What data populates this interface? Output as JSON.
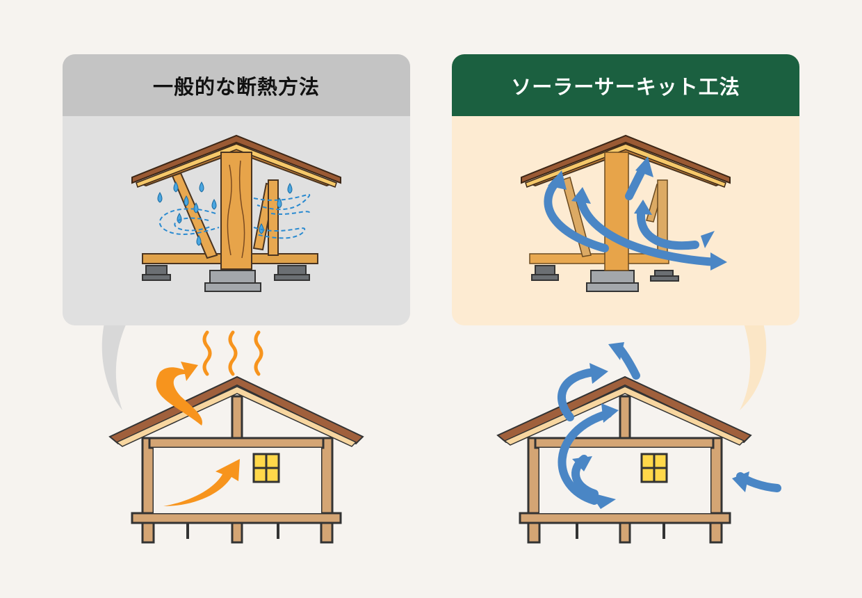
{
  "comparison": {
    "left": {
      "title": "一般的な断熱方法",
      "header_color": "#c4c4c4",
      "body_color": "#e0e0e0",
      "illustration": "timber-frame-with-moisture-and-stagnant-air",
      "house_illustration": "house-heat-escaping-through-roof",
      "arrow_color": "#f7941d"
    },
    "right": {
      "title": "ソーラーサーキット工法",
      "header_color": "#1b6040",
      "body_color": "#fdebd2",
      "illustration": "timber-frame-with-air-circulation",
      "house_illustration": "house-air-circulating-through-walls",
      "arrow_color": "#4a86c5"
    }
  }
}
